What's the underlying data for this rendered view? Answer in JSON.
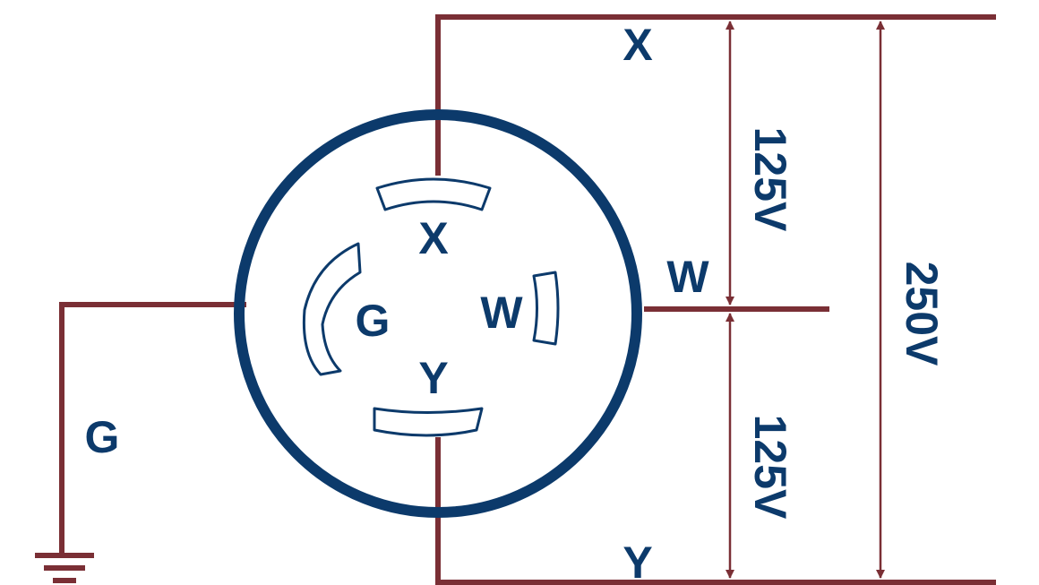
{
  "colors": {
    "wire": "#7a2f35",
    "outline": "#0c3a6b",
    "background": "#ffffff"
  },
  "wires": {
    "x_label": "X",
    "w_label": "W",
    "y_label": "Y",
    "g_label": "G"
  },
  "receptacle": {
    "x_label": "X",
    "w_label": "W",
    "y_label": "Y",
    "g_label": "G"
  },
  "voltages": {
    "x_to_w": "125V",
    "w_to_y": "125V",
    "x_to_y": "250V"
  },
  "ground_icon": "ground-symbol-icon"
}
